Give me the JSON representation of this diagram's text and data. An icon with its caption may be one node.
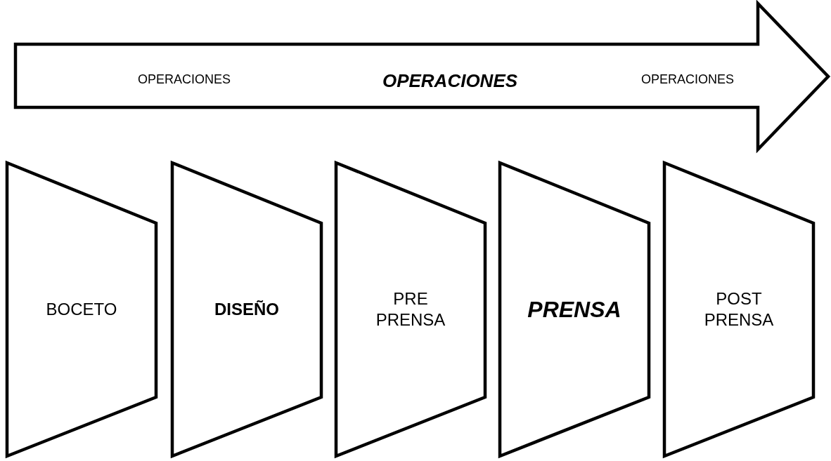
{
  "diagram": {
    "nodes": [
      {
        "text": [
          "OPERACIONES",
          "OPERACIONES",
          "OPERACIONES"
        ]
      },
      {
        "text": [
          "BOCETO"
        ]
      },
      {
        "text": [
          "DISEÑO"
        ]
      },
      {
        "text": [
          "PRE PRENSA"
        ]
      },
      {
        "text": [
          "PRENSA"
        ]
      },
      {
        "text": [
          "POST PRENSA"
        ]
      }
    ]
  }
}
